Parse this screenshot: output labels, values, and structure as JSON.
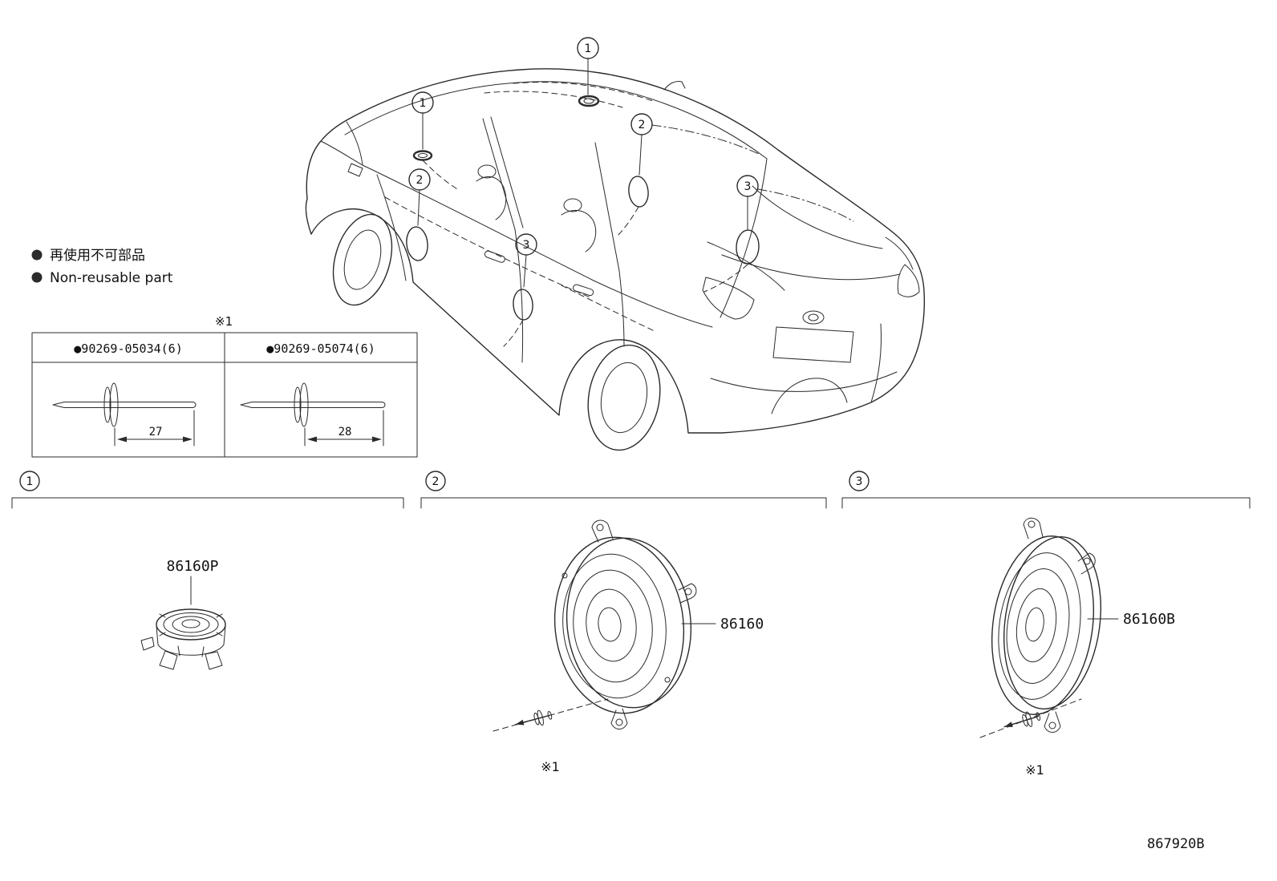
{
  "legend": {
    "jp": "再使用不可部品",
    "en": "Non-reusable part"
  },
  "fastener_table": {
    "note": "※1",
    "items": [
      {
        "part_number": "●90269-05034(6)",
        "length_label": "27"
      },
      {
        "part_number": "●90269-05074(6)",
        "length_label": "28"
      }
    ]
  },
  "car_callouts": [
    "1",
    "1",
    "2",
    "2",
    "3",
    "3"
  ],
  "sections": [
    {
      "num": "1",
      "part_label": "86160P",
      "note": ""
    },
    {
      "num": "2",
      "part_label": "86160",
      "note": "※1"
    },
    {
      "num": "3",
      "part_label": "86160B",
      "note": "※1"
    }
  ],
  "doc_number": "867920B"
}
